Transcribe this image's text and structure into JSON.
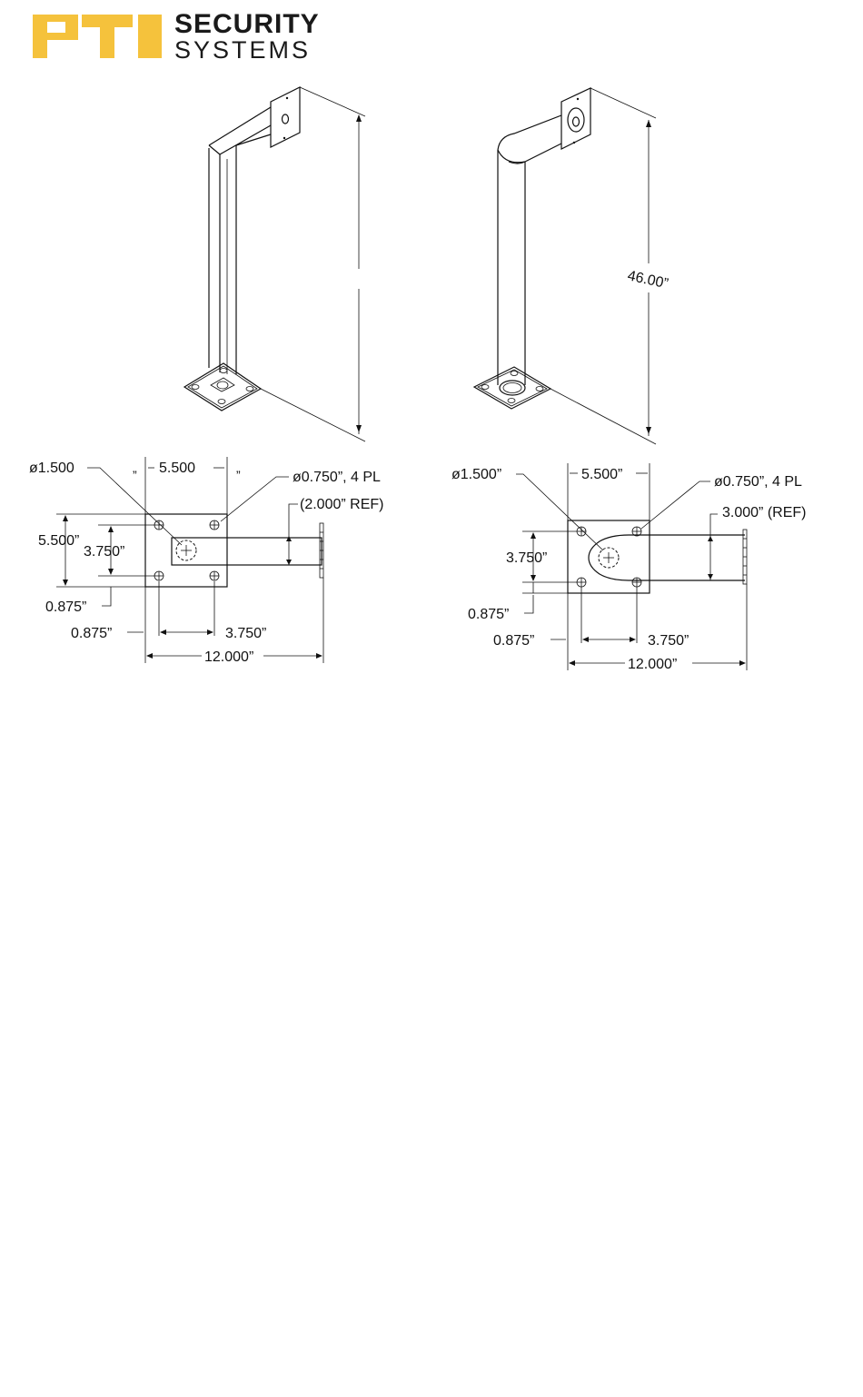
{
  "brand": {
    "line1": "SECURITY",
    "line2": "SYSTEMS",
    "mark": "PTI",
    "mark_color": "#F5C23C"
  },
  "iso_right": {
    "height_label": "46.00”"
  },
  "plan_left": {
    "hole_center_dia": "ø1.500",
    "top_width": "5.500",
    "quote_left": "”",
    "quote_right": "”",
    "hole_bolt_dia": "ø0.750”, 4 PL",
    "arm_ref": "(2.000” REF)",
    "plate_size": "5.500”",
    "bolt_spacing_v": "3.750”",
    "edge_offset_v": "0.875”",
    "edge_offset_h": "0.875”",
    "bolt_spacing_h": "3.750”",
    "overall": "12.000”"
  },
  "plan_right": {
    "hole_center_dia": "ø1.500”",
    "top_width": "5.500”",
    "hole_bolt_dia": "ø0.750”, 4 PL",
    "arm_ref": "3.000”  (REF)",
    "bolt_spacing_v": "3.750”",
    "edge_offset_v": "0.875”",
    "edge_offset_h": "0.875”",
    "bolt_spacing_h": "3.750”",
    "overall": "12.000”"
  }
}
